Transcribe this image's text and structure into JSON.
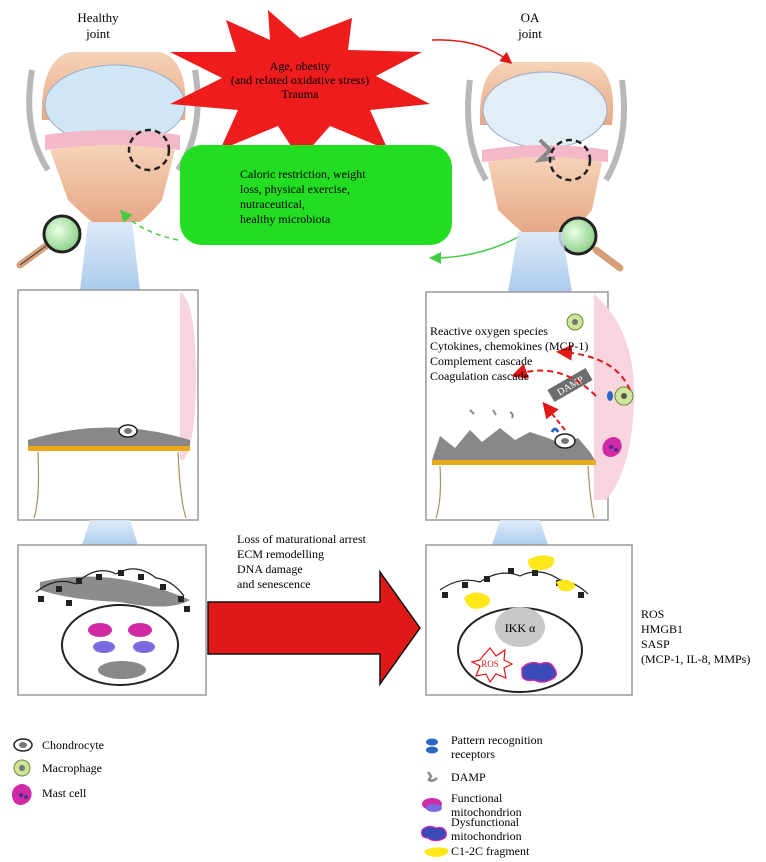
{
  "healthy_title": [
    "Healthy",
    "joint"
  ],
  "oa_title": [
    "OA",
    "joint"
  ],
  "risk_factors": [
    "Age, obesity",
    "(and related oxidative stress)",
    "Trauma"
  ],
  "interventions": [
    "Caloric restriction, weight",
    "loss, physical exercise,",
    "nutraceutical,",
    "healthy microbiota"
  ],
  "oa_mediators": [
    "Reactive oxygen species",
    "Cytokines, chemokines (MCP-1)",
    "Complement cascade",
    "Coagulation cascade"
  ],
  "damp_label": "DAMP",
  "changes": [
    "Loss of maturational arrest",
    "ECM remodelling",
    "DNA damage",
    "and senescence"
  ],
  "ikk_label": "IKK α",
  "ros_label": "ROS",
  "right_outputs": [
    "ROS",
    "HMGB1",
    "SASP",
    "(MCP-1, IL-8, MMPs)"
  ],
  "legend_left": [
    {
      "icon": "chondrocyte-icon",
      "label": "Chondrocyte"
    },
    {
      "icon": "macrophage-icon",
      "label": "Macrophage"
    },
    {
      "icon": "mast-cell-icon",
      "label": "Mast cell"
    }
  ],
  "legend_right": [
    {
      "icon": "pattern-recognition-receptor-icon",
      "label": [
        "Pattern recognition",
        "receptors"
      ]
    },
    {
      "icon": "damp-icon",
      "label": [
        "DAMP"
      ]
    },
    {
      "icon": "functional-mitochondrion-icon",
      "label": [
        "Functional",
        "mitochondrion"
      ]
    },
    {
      "icon": "dysfunctional-mitochondrion-icon",
      "label": [
        "Dysfunctional",
        "mitochondrion"
      ]
    },
    {
      "icon": "c1-2c-fragment-icon",
      "label": [
        "C1-2C fragment"
      ]
    }
  ],
  "colors": {
    "risk_star": "#ee1c1c",
    "intervention_box": "#22dd22",
    "arrow": "#e01818",
    "cartilage": "#eaa81a",
    "synovium": "#f7d0dc",
    "lens_blue": "#bcd6f0"
  }
}
